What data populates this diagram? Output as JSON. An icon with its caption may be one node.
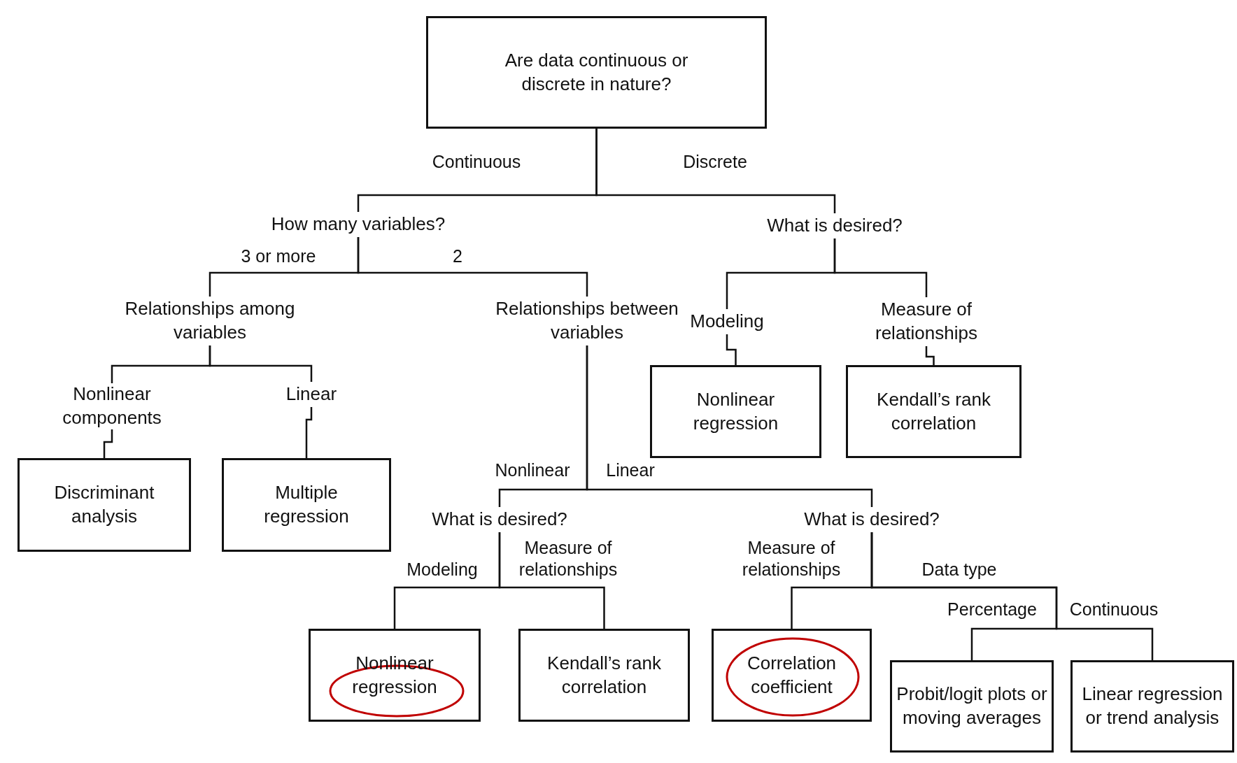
{
  "diagram": {
    "nodes": [
      {
        "text": [
          "Are data continuous or discrete in nature?"
        ]
      },
      {
        "text": [
          "How many variables?"
        ]
      },
      {
        "text": [
          "What is desired?"
        ]
      },
      {
        "text": [
          "Relationships among variables"
        ]
      },
      {
        "text": [
          "Relationships between variables"
        ]
      },
      {
        "text": [
          "Modeling"
        ]
      },
      {
        "text": [
          "Measure of relationships"
        ]
      },
      {
        "text": [
          "Nonlinear components"
        ]
      },
      {
        "text": [
          "Linear"
        ]
      },
      {
        "text": [
          "Discriminant analysis"
        ]
      },
      {
        "text": [
          "Multiple regression"
        ]
      },
      {
        "text": [
          "Nonlinear regression"
        ]
      },
      {
        "text": [
          "Kendall’s rank correlation"
        ]
      },
      {
        "text": [
          "What is desired?"
        ]
      },
      {
        "text": [
          "What is desired?"
        ]
      },
      {
        "text": [
          "Nonlinear regression"
        ]
      },
      {
        "text": [
          "Kendall’s rank correlation"
        ]
      },
      {
        "text": [
          "Correlation coefficient"
        ]
      },
      {
        "text": [
          "Probit/logit plots or moving averages"
        ]
      },
      {
        "text": [
          "Linear regression or trend analysis"
        ]
      }
    ],
    "edges": [
      {
        "from": 0,
        "to": 1,
        "arrow": "none",
        "label": "Continuous"
      },
      {
        "from": 0,
        "to": 2,
        "arrow": "none",
        "label": "Discrete"
      },
      {
        "from": 1,
        "to": 3,
        "arrow": "none",
        "label": "3 or more"
      },
      {
        "from": 1,
        "to": 4,
        "arrow": "none",
        "label": "2"
      },
      {
        "from": 2,
        "to": 5,
        "arrow": "none"
      },
      {
        "from": 2,
        "to": 6,
        "arrow": "none"
      },
      {
        "from": 3,
        "to": 7,
        "arrow": "none"
      },
      {
        "from": 3,
        "to": 8,
        "arrow": "none"
      },
      {
        "from": 7,
        "to": 9,
        "arrow": "none"
      },
      {
        "from": 8,
        "to": 10,
        "arrow": "none"
      },
      {
        "from": 5,
        "to": 11,
        "arrow": "none"
      },
      {
        "from": 6,
        "to": 12,
        "arrow": "none"
      },
      {
        "from": 4,
        "to": 13,
        "arrow": "none",
        "label": "Nonlinear"
      },
      {
        "from": 4,
        "to": 14,
        "arrow": "none",
        "label": "Linear"
      },
      {
        "from": 13,
        "to": 15,
        "arrow": "none",
        "label": "Modeling"
      },
      {
        "from": 13,
        "to": 16,
        "arrow": "none",
        "label": "Measure of relationships"
      },
      {
        "from": 14,
        "to": 17,
        "arrow": "none",
        "label": "Measure of relationships"
      },
      {
        "from": 14,
        "to": 18,
        "arrow": "none",
        "label": "Percentage"
      },
      {
        "from": 14,
        "to": 19,
        "arrow": "none",
        "label": "Continuous"
      }
    ],
    "labels": [
      "Data type"
    ]
  }
}
